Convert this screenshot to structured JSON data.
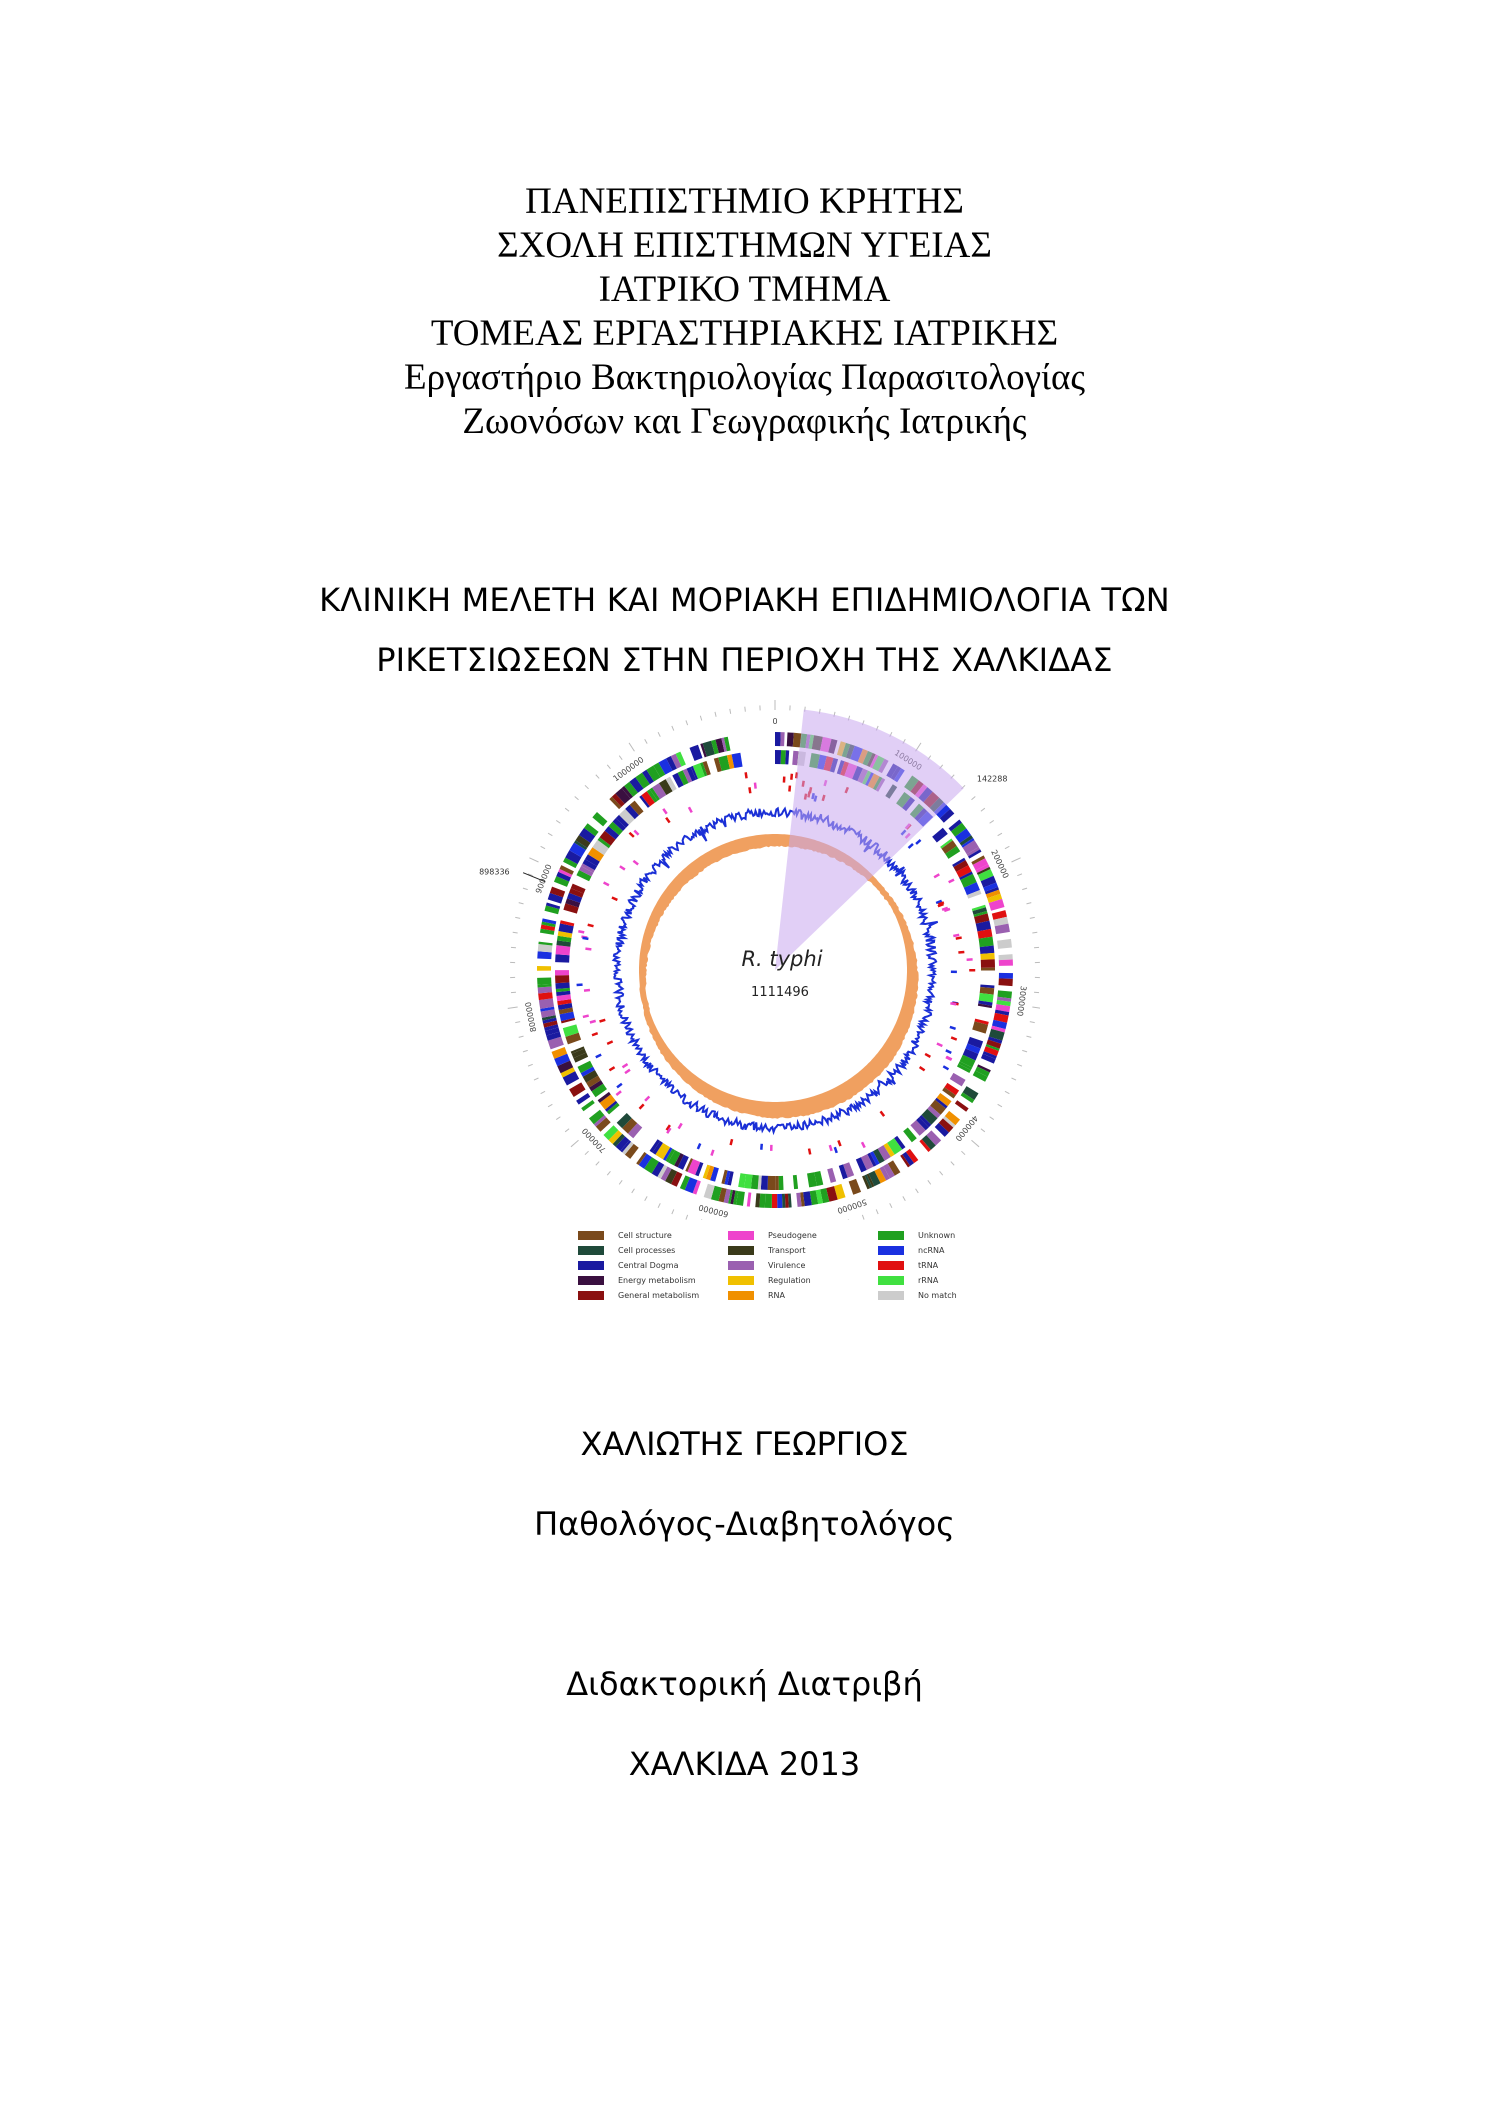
{
  "header": {
    "lines": [
      "ΠΑΝΕΠΙΣΤΗΜΙΟ ΚΡΗΤΗΣ",
      "ΣΧΟΛΗ ΕΠΙΣΤΗΜΩΝ ΥΓΕΙΑΣ",
      "ΙΑΤΡΙΚΟ ΤΜΗΜΑ",
      "ΤΟΜΕΑΣ ΕΡΓΑΣΤΗΡΙΑΚΗΣ ΙΑΤΡΙΚΗΣ",
      "Εργαστήριο Βακτηριολογίας Παρασιτολογίας",
      "Ζωονόσων και Γεωγραφικής Ιατρικής"
    ]
  },
  "thesis_title": {
    "lines": [
      "ΚΛΙΝΙΚΗ ΜΕΛΕΤΗ ΚΑΙ ΜΟΡΙΑΚΗ ΕΠΙΔΗΜΙΟΛΟΓΙΑ ΤΩΝ",
      "ΡΙΚΕΤΣΙΩΣΕΩΝ ΣΤΗΝ ΠΕΡΙΟΧΗ ΤΗΣ ΧΑΛΚΙΔΑΣ"
    ]
  },
  "genome_map": {
    "organism": "R. typhi",
    "genome_length": "1111496",
    "highlight_start": "19473",
    "highlight_end": "142288",
    "marker_label": "898336",
    "scale_labels": [
      "0",
      "100000",
      "200000",
      "300000",
      "400000",
      "500000",
      "600000",
      "700000",
      "800000",
      "900000",
      "1000000"
    ],
    "colors": {
      "gc_skew": "#f0a060",
      "gc_content": "#1a2fd6",
      "highlight": "#c9a8ef"
    },
    "legend": [
      [
        {
          "label": "Cell structure",
          "color": "#7a4a1c"
        },
        {
          "label": "Cell processes",
          "color": "#1f4a3a"
        },
        {
          "label": "Central Dogma",
          "color": "#1a1aa0"
        },
        {
          "label": "Energy metabolism",
          "color": "#3a1040"
        },
        {
          "label": "General metabolism",
          "color": "#8a1010"
        }
      ],
      [
        {
          "label": "Pseudogene",
          "color": "#ee44cc"
        },
        {
          "label": "Transport",
          "color": "#3a3a1a"
        },
        {
          "label": "Virulence",
          "color": "#9a60b0"
        },
        {
          "label": "Regulation",
          "color": "#f0c000"
        },
        {
          "label": "RNA",
          "color": "#f09000"
        }
      ],
      [
        {
          "label": "Unknown",
          "color": "#20a020"
        },
        {
          "label": "ncRNA",
          "color": "#1a30e0"
        },
        {
          "label": "tRNA",
          "color": "#e01010"
        },
        {
          "label": "rRNA",
          "color": "#40e040"
        },
        {
          "label": "No match",
          "color": "#cccccc"
        }
      ]
    ]
  },
  "author": {
    "name": "ΧΑΛΙΩΤΗΣ ΓΕΩΡΓΙΟΣ",
    "specialty": "Παθολόγος-Διαβητολόγος"
  },
  "thesis_type": "Διδακτορική Διατριβή",
  "place_year": "ΧΑΛΚΙΔΑ 2013"
}
